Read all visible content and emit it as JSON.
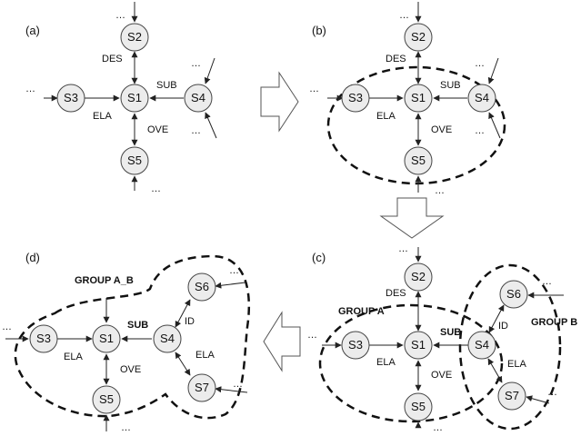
{
  "panels": {
    "a": {
      "label": "(a)"
    },
    "b": {
      "label": "(b)"
    },
    "c": {
      "label": "(c)"
    },
    "d": {
      "label": "(d)"
    }
  },
  "ellipsis": "…",
  "nodes": {
    "s1": "S1",
    "s2": "S2",
    "s3": "S3",
    "s4": "S4",
    "s5": "S5",
    "s6": "S6",
    "s7": "S7"
  },
  "edges": {
    "des": "DES",
    "sub": "SUB",
    "ela": "ELA",
    "ove": "OVE",
    "id": "ID"
  },
  "groups": {
    "group_a": "GROUP A",
    "group_b": "GROUP B",
    "group_ab": "GROUP A_B"
  }
}
